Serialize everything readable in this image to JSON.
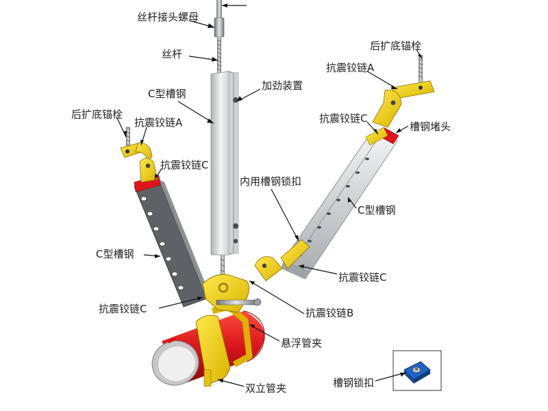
{
  "colors": {
    "yellow": "#f2d21a",
    "red": "#e0141a",
    "steel": "#d9dcdf",
    "rod": "#8e9296",
    "leader": "#111111"
  },
  "labels": {
    "rod_coupling_nut": "丝杆接头螺母",
    "threaded_rod": "丝杆",
    "c_channel_vertical": "C型槽钢",
    "stiffener": "加劲装置",
    "anchor_bolt_right": "后扩底锚栓",
    "hinge_a_right": "抗震铰链A",
    "hinge_c_right": "抗震铰链C",
    "channel_end_cap": "槽钢堵头",
    "anchor_bolt_left": "后扩底锚栓",
    "hinge_a_left": "抗震铰链A",
    "hinge_c_left": "抗震铰链C",
    "inner_channel_lock": "内用槽钢锁扣",
    "c_channel_right": "C型槽钢",
    "c_channel_left": "C型槽钢",
    "hinge_c_lower_right": "抗震铰链C",
    "hinge_c_lower_left": "抗震铰链C",
    "hinge_b": "抗震铰链B",
    "suspended_clamp": "悬浮管夹",
    "double_clamp": "双立管夹",
    "channel_lock": "槽钢锁扣"
  },
  "icons": [
    "anchor-bolt-icon",
    "channel-lock-icon"
  ]
}
